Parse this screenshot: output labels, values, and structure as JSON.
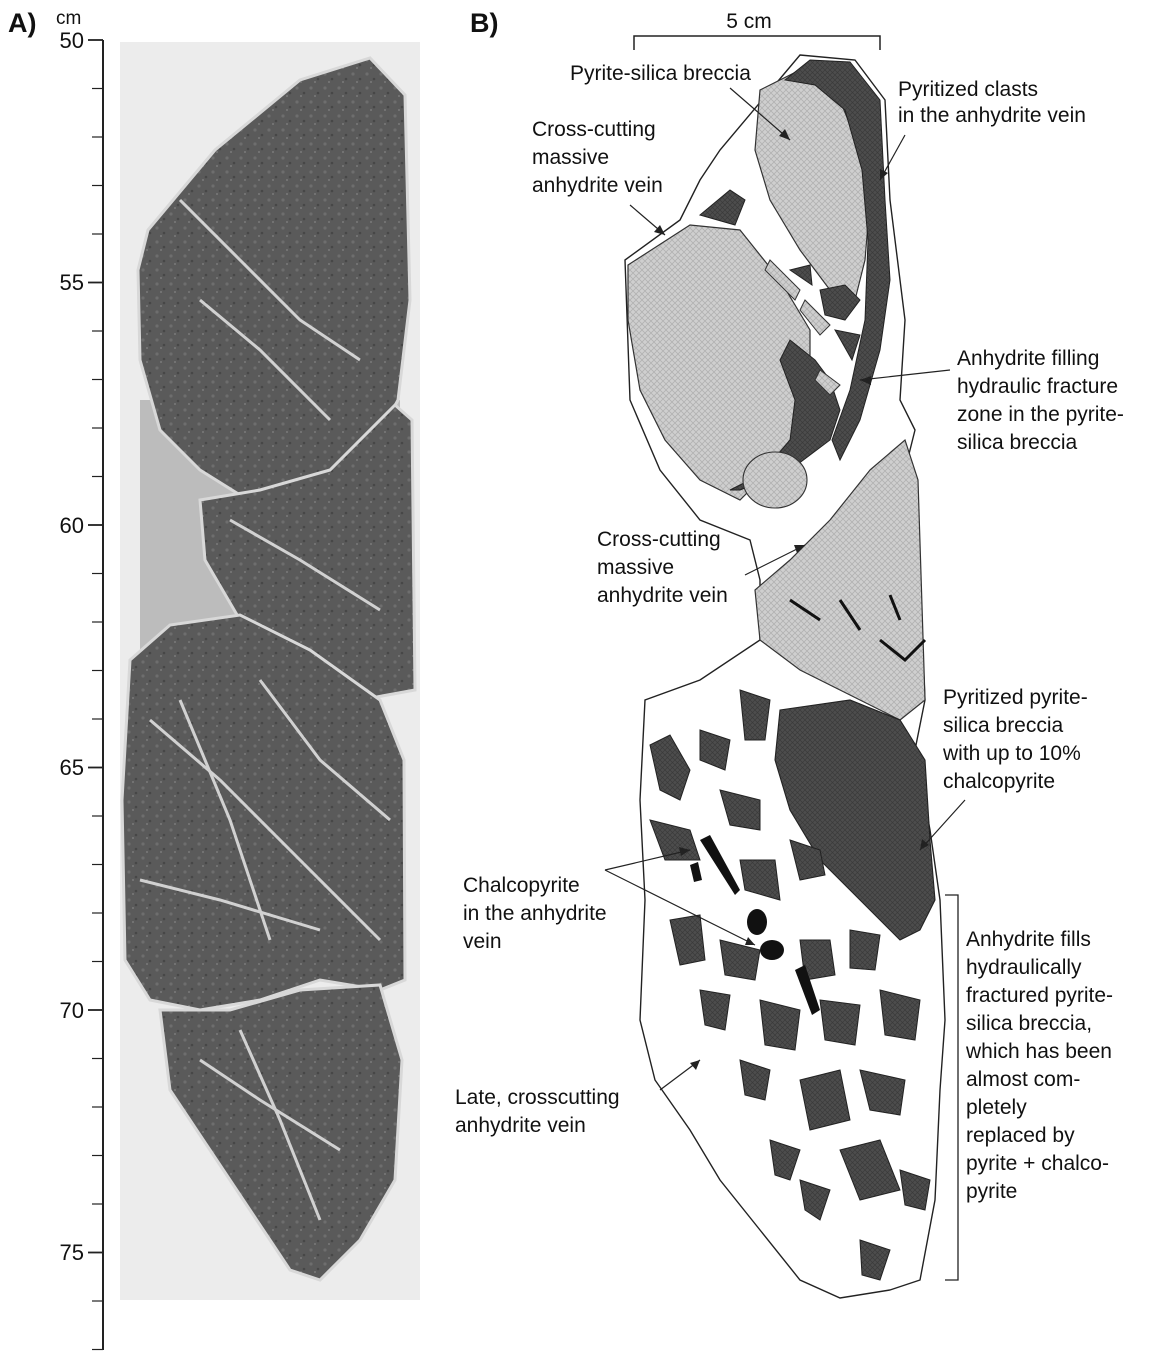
{
  "panel_a": {
    "label": "A)",
    "axis_unit": "cm",
    "tick_labels": [
      "50",
      "55",
      "60",
      "65",
      "70",
      "75"
    ]
  },
  "panel_b": {
    "label": "B)",
    "scale_bar_label": "5 cm",
    "annotations": {
      "pyrite_silica_breccia": [
        "Pyrite-silica breccia"
      ],
      "pyritized_clasts": [
        "Pyritized clasts",
        "in the anhydrite vein"
      ],
      "crosscutting_vein_top": [
        "Cross-cutting",
        "massive",
        "anhydrite vein"
      ],
      "anhydrite_filling": [
        "Anhydrite filling",
        "hydraulic fracture",
        "zone in the pyrite-",
        "silica breccia"
      ],
      "crosscutting_vein_mid": [
        "Cross-cutting",
        "massive",
        "anhydrite vein"
      ],
      "pyritized_breccia": [
        "Pyritized pyrite-",
        "silica breccia",
        "with up to 10%",
        "chalcopyrite"
      ],
      "chalcopyrite": [
        "Chalcopyrite",
        "in the anhydrite",
        "vein"
      ],
      "late_vein": [
        "Late, crosscutting",
        "anhydrite vein"
      ],
      "anhydrite_fills": [
        "Anhydrite fills",
        "hydraulically",
        "fractured pyrite-",
        "silica breccia,",
        "which has been",
        "almost com-",
        "pletely",
        "replaced by",
        "pyrite + chalco-",
        "pyrite"
      ]
    }
  },
  "colors": {
    "dark_clast": "#4a4a4a",
    "light_clast": "#c8c8c8",
    "rock_photo": "#5e5e5e",
    "outline": "#222222"
  }
}
